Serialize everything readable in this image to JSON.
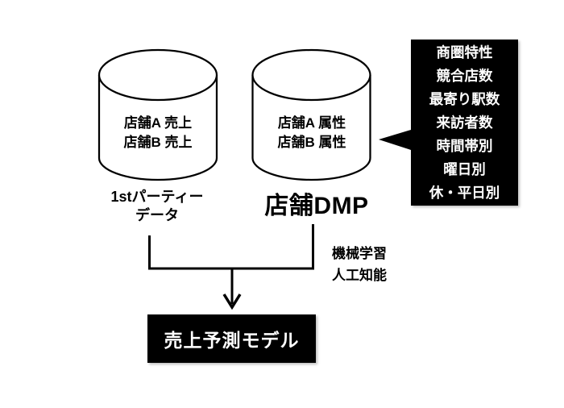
{
  "diagram": {
    "left_cylinder": {
      "line1": "店舗A 売上",
      "line2": "店舗B 売上",
      "label_line1": "1stパーティー",
      "label_line2": "データ"
    },
    "right_cylinder": {
      "line1": "店舗A 属性",
      "line2": "店舗B 属性",
      "label": "店舗DMP"
    },
    "callout": {
      "items": [
        "商圏特性",
        "競合店数",
        "最寄り駅数",
        "来訪者数",
        "時間帯別",
        "曜日別",
        "休・平日別"
      ]
    },
    "process": {
      "line1": "機械学習",
      "line2": "人工知能"
    },
    "output": {
      "label": "売上予測モデル"
    },
    "colors": {
      "ink": "#000000",
      "paper": "#ffffff",
      "box_bg": "#000000",
      "box_fg": "#ffffff"
    }
  }
}
